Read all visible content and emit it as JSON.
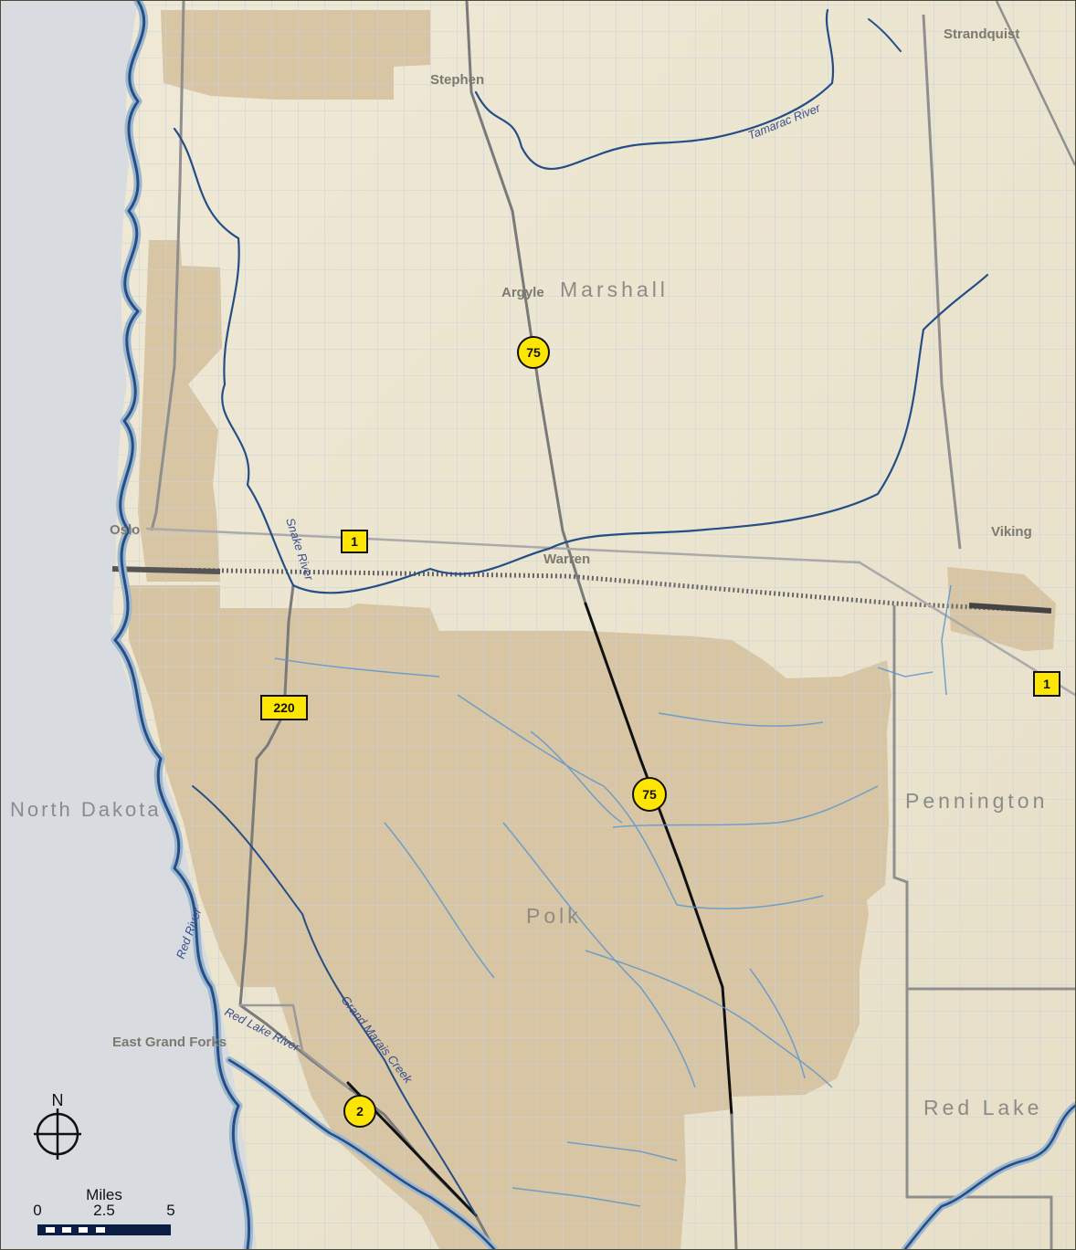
{
  "colors": {
    "land": "#ece6d2",
    "land_shade": "#e4dcc5",
    "water_area": "#d9dde2",
    "watershed": "#d7c5a4",
    "river": "#264e86",
    "river_halo": "#9db7cf",
    "ditch": "#5f96cf",
    "section_grid": "#c8d3dd",
    "county_line": "#8f8f8f",
    "highway": "#7a7a7a",
    "highway_dark": "#111111",
    "shield_us": "#ffe600",
    "shield_state": "#ffe600"
  },
  "map": {
    "states": [
      {
        "label": "North Dakota"
      }
    ],
    "counties": [
      {
        "label": "Marshall"
      },
      {
        "label": "Polk"
      },
      {
        "label": "Pennington"
      },
      {
        "label": "Red Lake"
      }
    ],
    "towns": [
      {
        "label": "Strandquist"
      },
      {
        "label": "Stephen"
      },
      {
        "label": "Argyle"
      },
      {
        "label": "Oslo"
      },
      {
        "label": "Warren"
      },
      {
        "label": "Viking"
      },
      {
        "label": "East Grand Forks"
      }
    ],
    "rivers": [
      {
        "label": "Tamarac River"
      },
      {
        "label": "Snake River"
      },
      {
        "label": "Red River"
      },
      {
        "label": "Red Lake River"
      },
      {
        "label": "Grand Marais Creek"
      }
    ],
    "shields": [
      {
        "number": "75",
        "type": "us-highway-circle"
      },
      {
        "number": "75",
        "type": "us-highway-circle"
      },
      {
        "number": "2",
        "type": "us-highway-circle"
      },
      {
        "number": "1",
        "type": "state-highway-box"
      },
      {
        "number": "1",
        "type": "state-highway-box"
      },
      {
        "number": "220",
        "type": "county-road-box"
      }
    ]
  },
  "north_arrow": {
    "label": "N",
    "icon": "north-arrow-icon"
  },
  "scale_bar": {
    "title": "Miles",
    "ticks": [
      "0",
      "2.5",
      "5"
    ]
  }
}
